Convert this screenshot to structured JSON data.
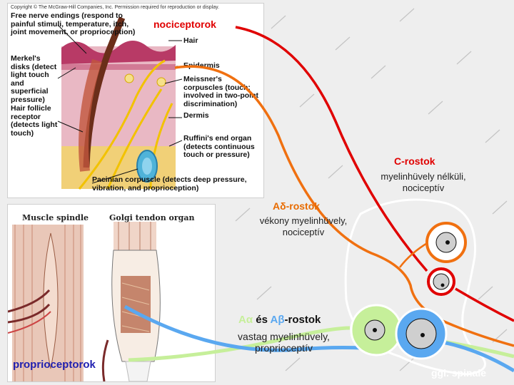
{
  "labels": {
    "nociceptorok": "nociceptorok",
    "c_rostok": "C-rostok",
    "c_desc": "myelinhüvely nélküli, nociceptív",
    "adelta_rostok": "Aδ-rostok",
    "adelta_desc": "vékony myelinhüvely, nociceptív",
    "aalpha": "Aα",
    "es": " és ",
    "abeta": "Aβ",
    "aab_rostok": "-rostok",
    "aab_desc": "vastag myelinhüvely, proprioceptív",
    "proprioceptorok": "proprioceptorok",
    "ggl_spinale": "ggl. spinale"
  },
  "skin_figure": {
    "copyright": "Copyright © The McGraw-Hill Companies, Inc. Permission required for reproduction or display.",
    "free_nerve": "Free nerve endings (respond to painful stimuli, temperature, itch, joint movement, or proprioception)",
    "hair": "Hair",
    "merkel": "Merkel's disks (detect light touch and superficial pressure)",
    "epidermis": "Epidermis",
    "meissner": "Meissner's corpuscles (touch: involved in two-point discrimination)",
    "dermis": "Dermis",
    "hair_follicle": "Hair follicle receptor (detects light touch)",
    "ruffini": "Ruffini's end organ (detects continuous touch or pressure)",
    "pacinian": "Pacinian corpuscle (detects deep pressure, vibration, and proprioception)"
  },
  "muscle_figure": {
    "spindle_title": "Muscle spindle",
    "golgi_title": "Golgi tendon organ"
  },
  "colors": {
    "c_fiber": "#e00000",
    "adelta_fiber": "#f07010",
    "aalpha_fiber": "#c6ef9a",
    "abeta_fiber": "#5aa8f0",
    "ganglion": "#ffffff"
  }
}
